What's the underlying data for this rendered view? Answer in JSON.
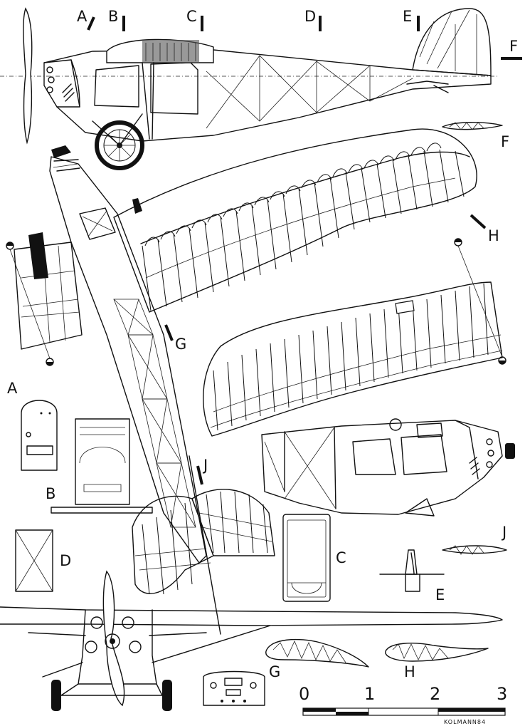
{
  "section_labels": {
    "A": "A",
    "B": "B",
    "C": "C",
    "D": "D",
    "E": "E",
    "F": "F",
    "G": "G",
    "H": "H",
    "J": "J"
  },
  "scale_bar": {
    "ticks": [
      "0",
      "1",
      "2",
      "3"
    ]
  },
  "signature": "KOLMANN84"
}
